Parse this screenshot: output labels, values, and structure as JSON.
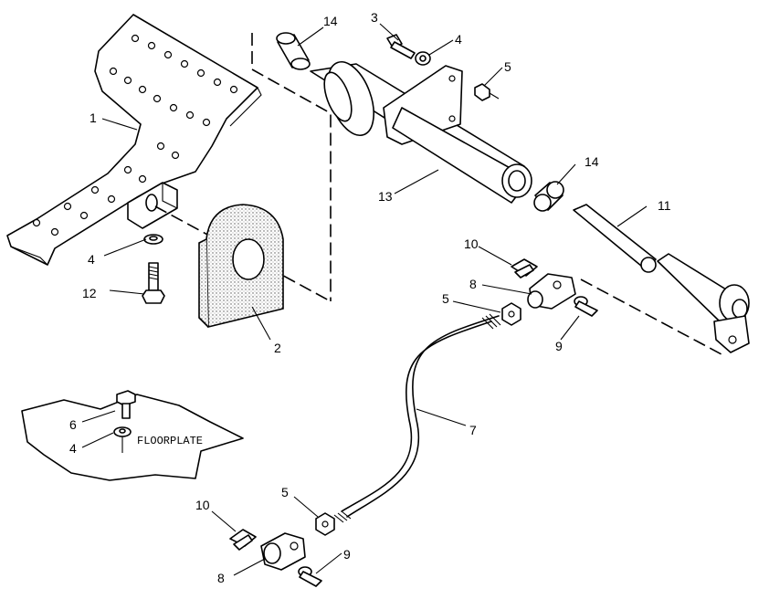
{
  "callouts": [
    {
      "id": "c1",
      "label": "1"
    },
    {
      "id": "c2",
      "label": "2"
    },
    {
      "id": "c3",
      "label": "3"
    },
    {
      "id": "c4a",
      "label": "4"
    },
    {
      "id": "c4b",
      "label": "4"
    },
    {
      "id": "c4c",
      "label": "4"
    },
    {
      "id": "c5a",
      "label": "5"
    },
    {
      "id": "c5b",
      "label": "5"
    },
    {
      "id": "c5c",
      "label": "5"
    },
    {
      "id": "c6",
      "label": "6"
    },
    {
      "id": "c7",
      "label": "7"
    },
    {
      "id": "c8a",
      "label": "8"
    },
    {
      "id": "c8b",
      "label": "8"
    },
    {
      "id": "c9a",
      "label": "9"
    },
    {
      "id": "c9b",
      "label": "9"
    },
    {
      "id": "c10a",
      "label": "10"
    },
    {
      "id": "c10b",
      "label": "10"
    },
    {
      "id": "c11",
      "label": "11"
    },
    {
      "id": "c12",
      "label": "12"
    },
    {
      "id": "c13",
      "label": "13"
    },
    {
      "id": "c14a",
      "label": "14"
    },
    {
      "id": "c14b",
      "label": "14"
    }
  ],
  "floorplate": {
    "label": "FLOORPLATE"
  },
  "colors": {
    "line": "#000000",
    "background": "#ffffff",
    "shading": "#9a9a9a"
  }
}
